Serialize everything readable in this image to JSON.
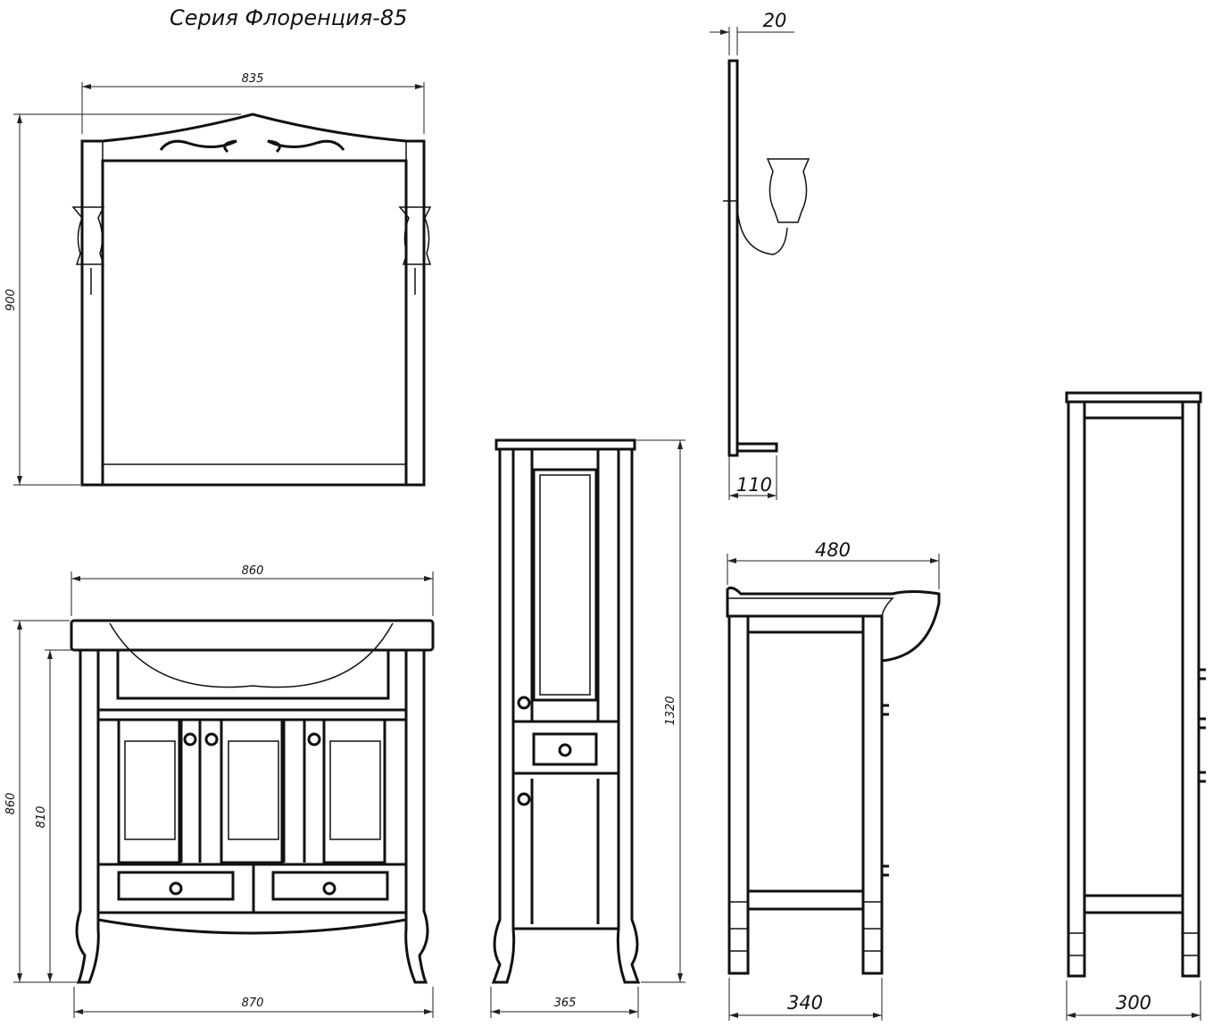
{
  "title": "Серия Флоренция-85",
  "mirror_front": {
    "width": "835",
    "height": "900"
  },
  "mirror_side": {
    "thickness": "20",
    "shelf_depth": "110"
  },
  "vanity_front": {
    "top_width": "860",
    "total_height": "860",
    "body_height": "810",
    "base_width": "870"
  },
  "tall_cabinet_front": {
    "height": "1320",
    "width": "365"
  },
  "vanity_side": {
    "top_depth": "480",
    "body_depth": "340"
  },
  "tall_cabinet_side": {
    "depth": "300"
  }
}
